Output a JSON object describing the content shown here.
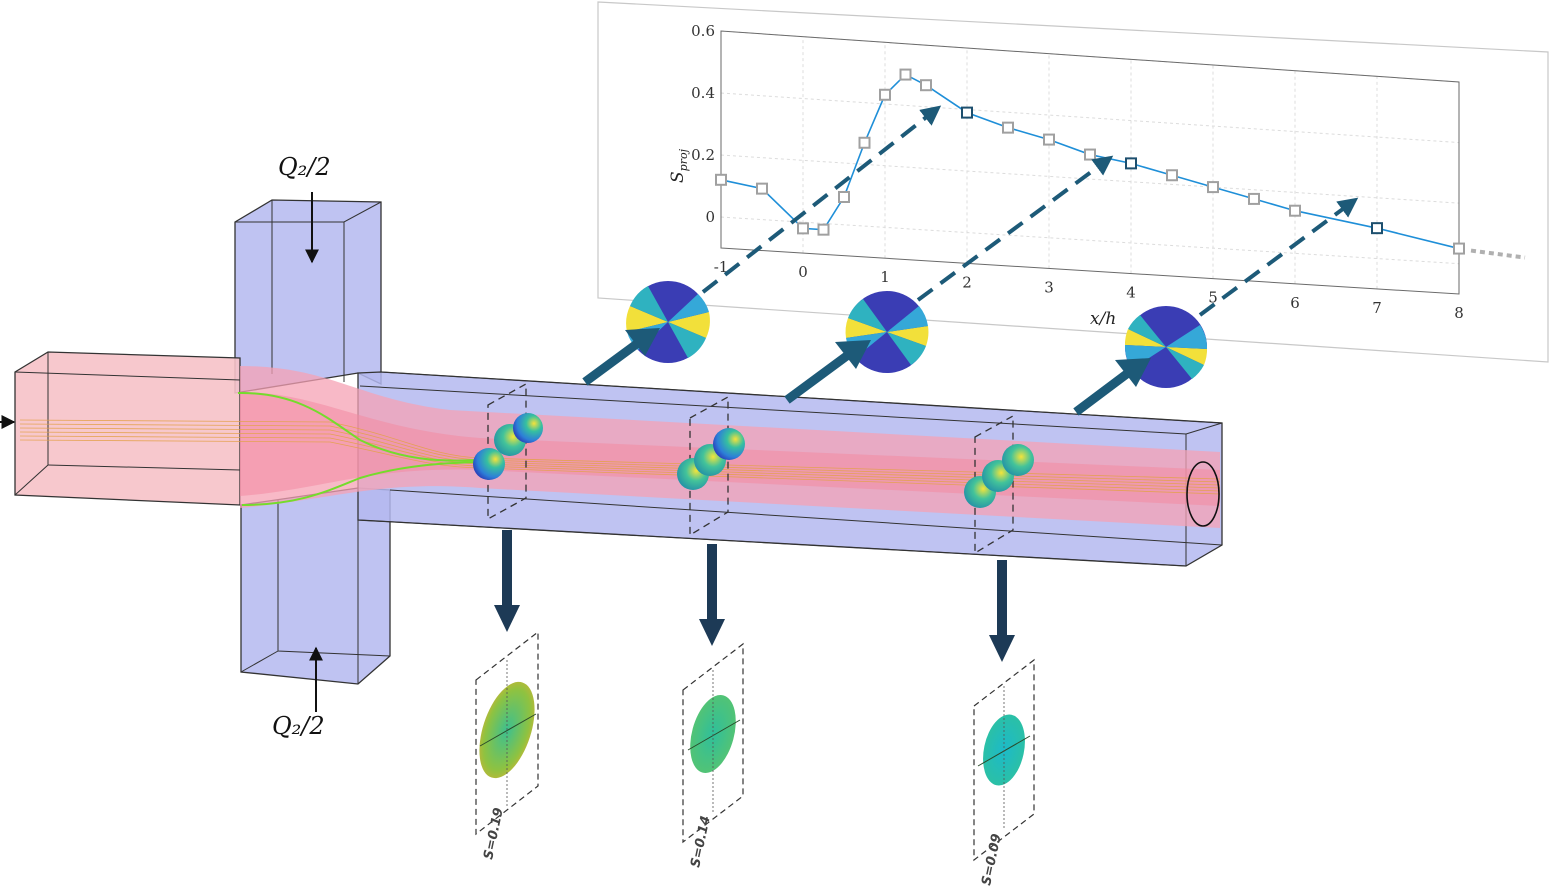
{
  "inlets": {
    "top_label": "Q₂/2",
    "bottom_label": "Q₂/2"
  },
  "chart_data": {
    "type": "line",
    "title": "",
    "xlabel": "x/h",
    "ylabel": "S_proj",
    "xlim": [
      -1,
      8
    ],
    "ylim": [
      -0.1,
      0.6
    ],
    "x_ticks": [
      "-1",
      "0",
      "1",
      "2",
      "3",
      "4",
      "5",
      "6",
      "7",
      "8"
    ],
    "y_ticks": [
      "0",
      "0.2",
      "0.4",
      "0.6"
    ],
    "grid": true,
    "series": [
      {
        "x": [
          -1,
          -0.5,
          0,
          0.25,
          0.5,
          0.75,
          1,
          1.25,
          1.5,
          2,
          2.5,
          3,
          3.5,
          4,
          4.5,
          5,
          5.5,
          6,
          7,
          8
        ],
        "y": [
          0.12,
          0.1,
          -0.02,
          -0.02,
          0.09,
          0.27,
          0.43,
          0.5,
          0.47,
          0.39,
          0.35,
          0.32,
          0.28,
          0.26,
          0.23,
          0.2,
          0.17,
          0.14,
          0.1,
          0.05
        ],
        "color": "#1f8fd8",
        "marker": "square"
      }
    ],
    "highlighted_x": [
      2,
      4,
      7
    ],
    "colors": {
      "marker_gray": "#a0a0a0",
      "marker_highlight": "#1d4f6e",
      "arrow": "#1d5a78"
    }
  },
  "sections": [
    {
      "label": "S=0.19",
      "fill": "#8fc240"
    },
    {
      "label": "S=0.14",
      "fill": "#3fbf84"
    },
    {
      "label": "S=0.09",
      "fill": "#22bcc4"
    }
  ],
  "colors": {
    "channel": "#b4b8f0",
    "channel_edge": "#333333",
    "stream": "#f6a2b4",
    "interface": "#74dc2c"
  }
}
